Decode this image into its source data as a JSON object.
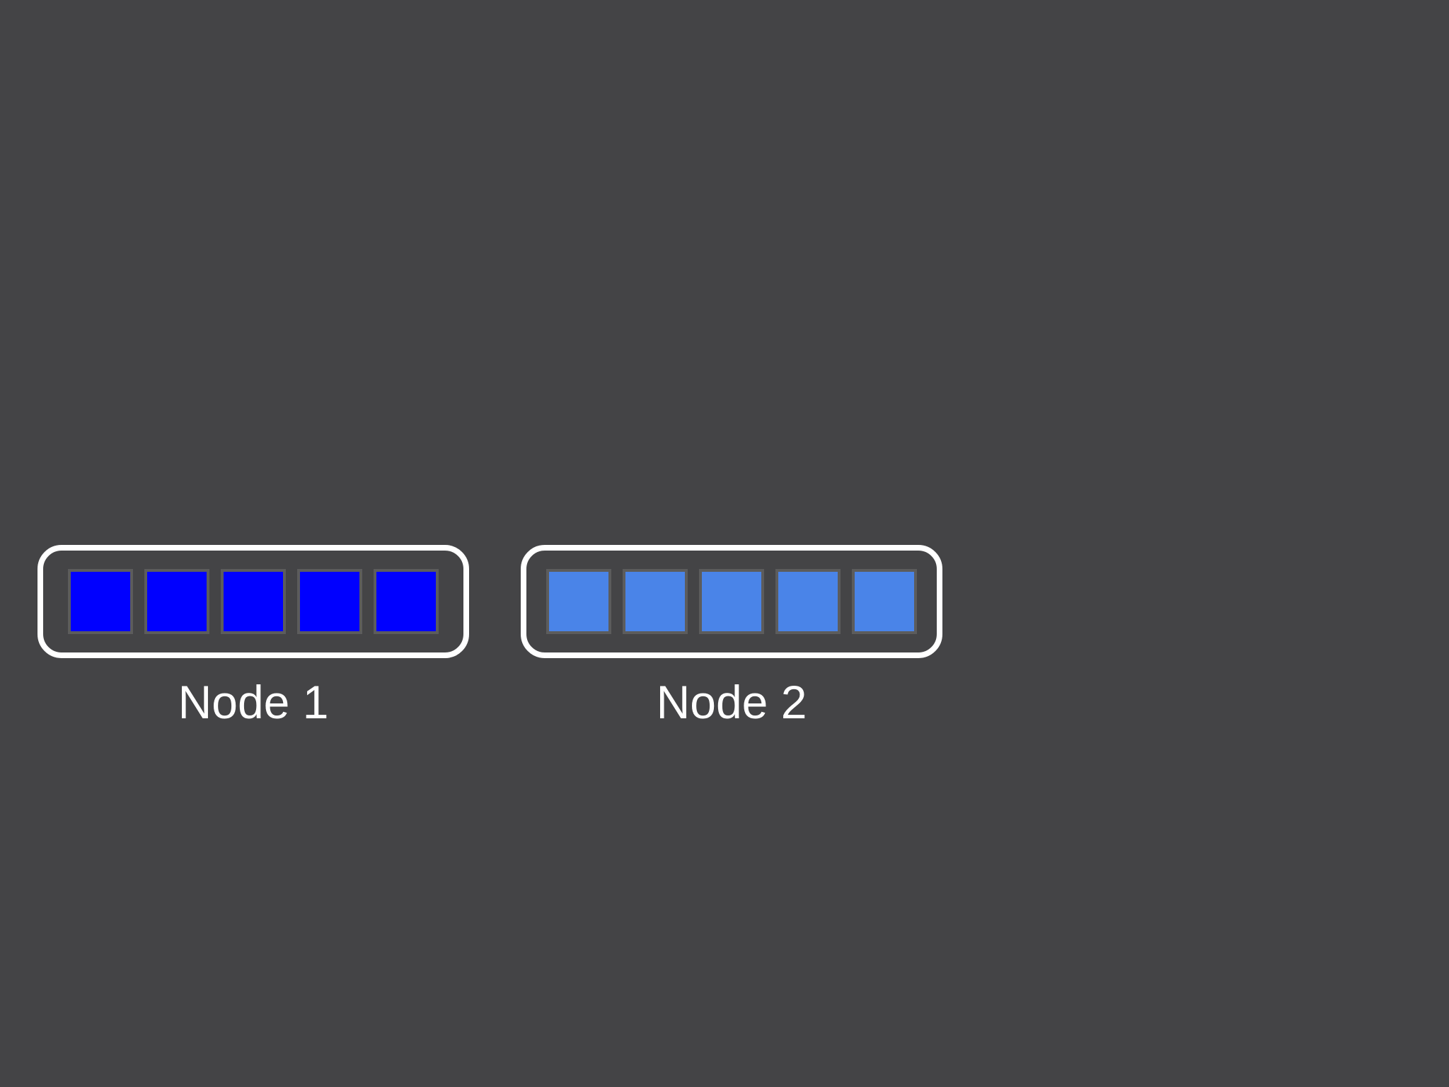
{
  "theme": {
    "background": "#444446",
    "node_border_color": "#ffffff",
    "block_border_color": "#5c5c5c",
    "text_color": "#ffffff"
  },
  "nodes": [
    {
      "label": "Node 1",
      "block_color": "#0000ff",
      "block_count": 5
    },
    {
      "label": "Node 2",
      "block_color": "#4a84e8",
      "block_count": 5
    }
  ]
}
